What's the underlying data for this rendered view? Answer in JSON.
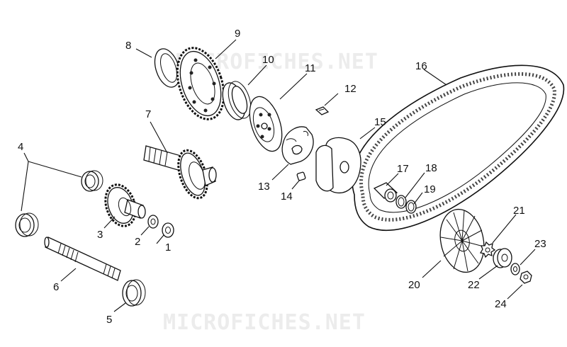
{
  "watermarks": [
    "MICROFICHES.NET",
    "MICROFICHES.NET"
  ],
  "labels": [
    "1",
    "2",
    "3",
    "4",
    "5",
    "6",
    "7",
    "8",
    "9",
    "10",
    "11",
    "12",
    "13",
    "14",
    "15",
    "16",
    "17",
    "18",
    "19",
    "20",
    "21",
    "22",
    "23",
    "24"
  ],
  "colors": {
    "ink": "#111111",
    "paper": "#ffffff",
    "watermark": "#ececec"
  }
}
